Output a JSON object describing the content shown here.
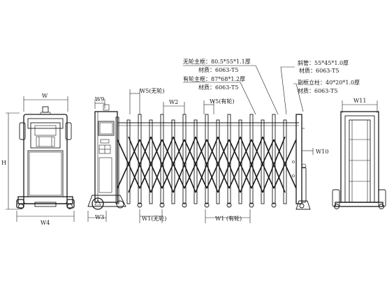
{
  "annotations": {
    "wheelless_frame": "无轮主框：80.5*55*1.1厚",
    "wheelless_material": "材质：6063-T5",
    "wheeled_frame": "有轮主框：87*68*1.2厚",
    "wheeled_material": "材质：6063-T5",
    "diagonal_tube": "斜管：55*45*1.0厚",
    "diagonal_material": "材质：6063-T5",
    "sub_frame_post": "副框立柱：40*20*1.0厚",
    "sub_frame_material": "材质：6063-T5"
  },
  "dimensions": {
    "W": "W",
    "W4": "W4",
    "H": "H",
    "W9": "W9",
    "W3": "W3",
    "W5_no_wheel": "W5(无轮)",
    "W2": "W2",
    "W5_wheeled": "W5(有轮)",
    "W1_no_wheel": "W1(无轮)",
    "W1_wheeled": "W1 (有轮)",
    "W10": "W10",
    "W11": "W11"
  },
  "accent_color": "#1a1a1a"
}
